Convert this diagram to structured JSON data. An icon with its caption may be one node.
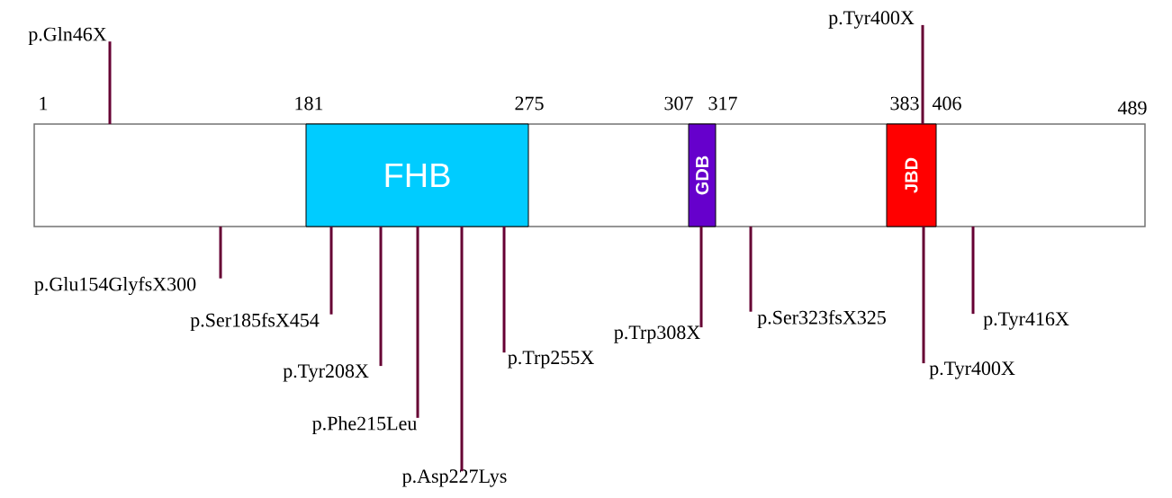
{
  "diagram": {
    "nodes": [
      {
        "text": [],
        "shape": "bar"
      },
      {
        "text": [
          "FHB"
        ],
        "in": 0
      },
      {
        "text": [
          "GDB"
        ],
        "in": 0
      },
      {
        "text": [
          "JBD"
        ],
        "in": 0
      },
      {
        "text": [
          "p.Gln46X"
        ]
      },
      {
        "text": [
          "p.Tyr400X"
        ]
      },
      {
        "text": [
          "p.Glu154GlyfsX300"
        ]
      },
      {
        "text": [
          "p.Ser185fsX454"
        ]
      },
      {
        "text": [
          "p.Tyr208X"
        ]
      },
      {
        "text": [
          "p.Phe215Leu"
        ]
      },
      {
        "text": [
          "p.Asp227Lys"
        ]
      },
      {
        "text": [
          "p.Trp255X"
        ]
      },
      {
        "text": [
          "p.Trp308X"
        ]
      },
      {
        "text": [
          "p.Ser323fsX325"
        ]
      },
      {
        "text": [
          "p.Tyr400X"
        ]
      },
      {
        "text": [
          "p.Tyr416X"
        ]
      }
    ],
    "edges": [
      {
        "from": 4,
        "to": 0,
        "arrow": "none"
      },
      {
        "from": 5,
        "to": 3,
        "arrow": "none"
      },
      {
        "from": 6,
        "to": 0,
        "arrow": "none"
      },
      {
        "from": 7,
        "to": 1,
        "arrow": "none"
      },
      {
        "from": 8,
        "to": 1,
        "arrow": "none"
      },
      {
        "from": 9,
        "to": 1,
        "arrow": "none"
      },
      {
        "from": 10,
        "to": 1,
        "arrow": "none"
      },
      {
        "from": 11,
        "to": 1,
        "arrow": "none"
      },
      {
        "from": 12,
        "to": 2,
        "arrow": "none"
      },
      {
        "from": 13,
        "to": 0,
        "arrow": "none"
      },
      {
        "from": 14,
        "to": 3,
        "arrow": "none"
      },
      {
        "from": 15,
        "to": 0,
        "arrow": "none"
      }
    ],
    "labels": [
      "1",
      "181",
      "275",
      "307",
      "317",
      "383",
      "406",
      "489"
    ]
  }
}
